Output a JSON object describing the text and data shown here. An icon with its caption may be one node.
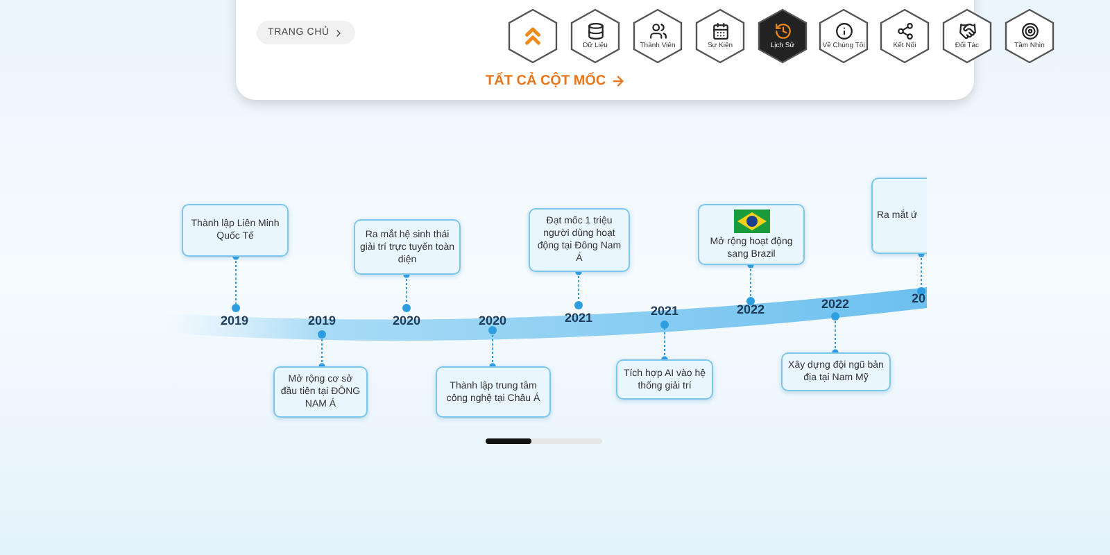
{
  "diagram": {
    "nodes": [
      {
        "text": [
          "Thành lập Liên Minh Quốc Tế"
        ]
      },
      {
        "text": [
          "Mở rộng cơ sở đầu tiên tại ĐÔNG NAM Á"
        ]
      },
      {
        "text": [
          "Ra mắt hệ sinh thái giải trí trực tuyến toàn diện"
        ]
      },
      {
        "text": [
          "Thành lập trung tâm công nghệ tại Châu Á"
        ]
      },
      {
        "text": [
          "Đạt mốc 1 triệu người dùng hoạt động tại Đông Nam Á"
        ]
      },
      {
        "text": [
          "Tích hợp AI vào hệ thống giải trí"
        ]
      },
      {
        "text": [
          "Mở rộng hoạt động sang Brazil"
        ]
      },
      {
        "text": [
          "Xây dựng đội ngũ bản địa tại Nam Mỹ"
        ]
      },
      {
        "text": [
          "Ra mắt ứ"
        ]
      },
      {
        "text": [],
        "shape": "circle",
        "beside": [
          "2019"
        ]
      },
      {
        "text": [],
        "shape": "circle",
        "beside": [
          "2019"
        ]
      },
      {
        "text": [],
        "shape": "circle",
        "beside": [
          "2020"
        ]
      },
      {
        "text": [],
        "shape": "circle",
        "beside": [
          "2020"
        ]
      },
      {
        "text": [],
        "shape": "circle",
        "beside": [
          "2021"
        ]
      },
      {
        "text": [],
        "shape": "circle",
        "beside": [
          "2021"
        ]
      },
      {
        "text": [],
        "shape": "circle",
        "beside": [
          "2022"
        ]
      },
      {
        "text": [],
        "shape": "circle",
        "beside": [
          "2022"
        ]
      },
      {
        "text": [],
        "shape": "circle",
        "beside": [
          "20"
        ]
      }
    ],
    "edges": [
      {
        "from": 0,
        "to": 9,
        "arrow": "other",
        "style": "dashed"
      },
      {
        "from": 1,
        "to": 10,
        "arrow": "other",
        "style": "dashed"
      },
      {
        "from": 2,
        "to": 11,
        "arrow": "other",
        "style": "dashed"
      },
      {
        "from": 3,
        "to": 12,
        "arrow": "other",
        "style": "dashed"
      },
      {
        "from": 4,
        "to": 13,
        "arrow": "other",
        "style": "dashed"
      },
      {
        "from": 5,
        "to": 14,
        "arrow": "other",
        "style": "dashed"
      },
      {
        "from": 6,
        "to": 15,
        "arrow": "other",
        "style": "dashed"
      },
      {
        "from": 7,
        "to": 16,
        "arrow": "other",
        "style": "dashed"
      },
      {
        "from": 8,
        "to": 17,
        "arrow": "other",
        "style": "dashed"
      }
    ],
    "labels": [
      "TRANG CHỦ",
      "Dữ Liệu",
      "Thành Viên",
      "Sự Kiện",
      "Lịch Sử",
      "Về Chúng Tôi",
      "Kết Nối",
      "Đối Tác",
      "Tầm Nhìn",
      "TẤT CẢ CỘT MỐC"
    ]
  }
}
